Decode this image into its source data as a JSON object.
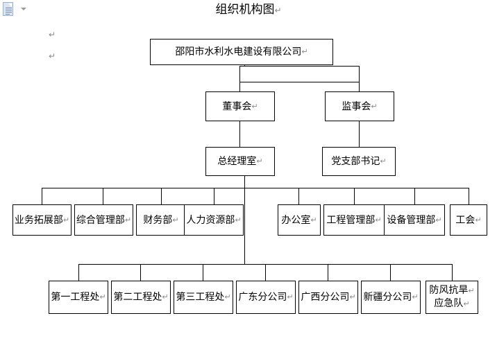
{
  "document": {
    "title": "组织机构图",
    "pilcrow": "↵",
    "icon": "document-icon",
    "caret": "chevron-down-icon"
  },
  "empty_paragraphs": [
    {
      "mark": "↵"
    },
    {
      "mark": "↵"
    }
  ],
  "chart_data": {
    "type": "diagram",
    "title": "组织机构图",
    "orientation": "top-down",
    "levels": [
      {
        "level": 1,
        "nodes": [
          {
            "id": "company",
            "label": "邵阳市水利水电建设有限公司",
            "pilcrow": "↵"
          }
        ]
      },
      {
        "level": 2,
        "nodes": [
          {
            "id": "board",
            "label": "董事会",
            "pilcrow": "↵"
          },
          {
            "id": "supervisors",
            "label": "监事会",
            "pilcrow": "↵"
          }
        ]
      },
      {
        "level": 3,
        "nodes": [
          {
            "id": "gm-office",
            "label": "总经理室",
            "pilcrow": "↵"
          },
          {
            "id": "party-secretary",
            "label": "党支部书记",
            "pilcrow": "↵"
          }
        ]
      },
      {
        "level": 4,
        "nodes": [
          {
            "id": "dept-business",
            "label": "业务拓展部",
            "pilcrow": "↵"
          },
          {
            "id": "dept-general",
            "label": "综合管理部",
            "pilcrow": "↵"
          },
          {
            "id": "dept-finance",
            "label": "财务部",
            "pilcrow": "↵"
          },
          {
            "id": "dept-hr",
            "label": "人力资源部",
            "pilcrow": "↵"
          },
          {
            "id": "dept-office",
            "label": "办公室",
            "pilcrow": "↵"
          },
          {
            "id": "dept-engineering",
            "label": "工程管理部",
            "pilcrow": "↵"
          },
          {
            "id": "dept-equipment",
            "label": "设备管理部",
            "pilcrow": "↵"
          },
          {
            "id": "dept-union",
            "label": "工会",
            "pilcrow": "↵"
          }
        ]
      },
      {
        "level": 5,
        "nodes": [
          {
            "id": "eng-1",
            "label": "第一工程处",
            "pilcrow": "↵"
          },
          {
            "id": "eng-2",
            "label": "第二工程处",
            "pilcrow": "↵"
          },
          {
            "id": "eng-3",
            "label": "第三工程处",
            "pilcrow": "↵"
          },
          {
            "id": "branch-guangdong",
            "label": "广东分公司",
            "pilcrow": "↵"
          },
          {
            "id": "branch-guangxi",
            "label": "广西分公司",
            "pilcrow": "↵"
          },
          {
            "id": "branch-xinjiang",
            "label": "新疆分公司",
            "pilcrow": "↵"
          },
          {
            "id": "emergency-team",
            "label_line1": "防风抗旱",
            "label_line2": "应急队",
            "pilcrow": "↵"
          }
        ]
      }
    ],
    "edges": [
      {
        "from": "company",
        "to": "board"
      },
      {
        "from": "company",
        "to": "supervisors"
      },
      {
        "from": "board",
        "to": "gm-office"
      },
      {
        "from": "board",
        "to": "party-secretary"
      },
      {
        "from": "gm-office",
        "to": "dept-business"
      },
      {
        "from": "gm-office",
        "to": "dept-general"
      },
      {
        "from": "gm-office",
        "to": "dept-finance"
      },
      {
        "from": "gm-office",
        "to": "dept-hr"
      },
      {
        "from": "gm-office",
        "to": "dept-office"
      },
      {
        "from": "gm-office",
        "to": "dept-engineering"
      },
      {
        "from": "gm-office",
        "to": "dept-equipment"
      },
      {
        "from": "gm-office",
        "to": "dept-union"
      },
      {
        "from": "gm-office",
        "to": "eng-1"
      },
      {
        "from": "gm-office",
        "to": "eng-2"
      },
      {
        "from": "gm-office",
        "to": "eng-3"
      },
      {
        "from": "gm-office",
        "to": "branch-guangdong"
      },
      {
        "from": "gm-office",
        "to": "branch-guangxi"
      },
      {
        "from": "gm-office",
        "to": "branch-xinjiang"
      },
      {
        "from": "gm-office",
        "to": "emergency-team"
      }
    ],
    "colors": {
      "box_border": "#000000",
      "box_fill": "#ffffff",
      "line": "#000000",
      "text": "#000000",
      "pilcrow": "#8a8a8a",
      "icon_fill": "#dbe5f1"
    }
  }
}
